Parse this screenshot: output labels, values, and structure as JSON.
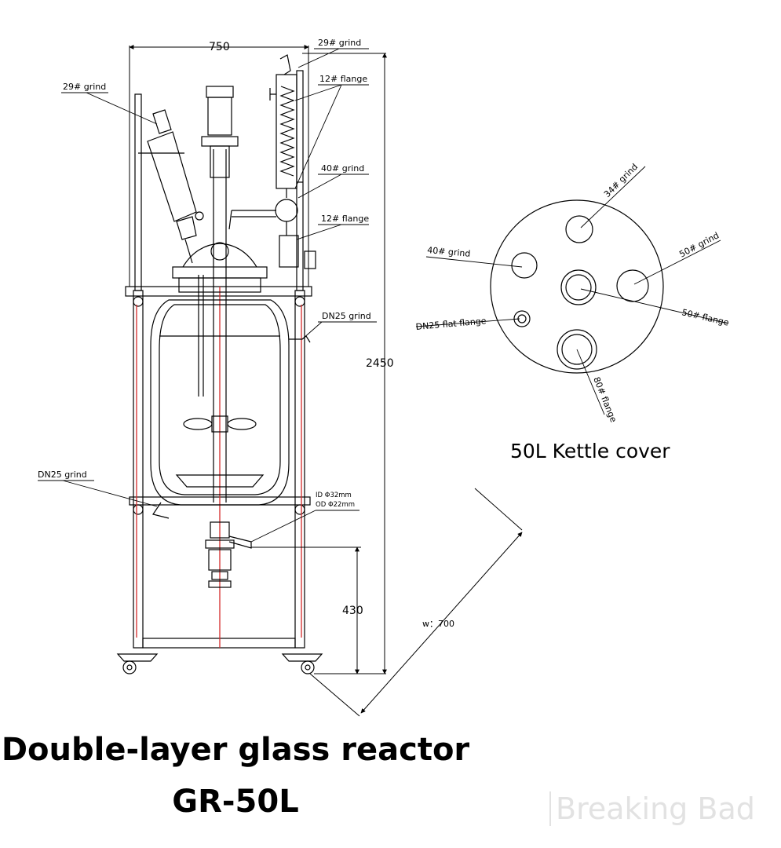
{
  "reactor": {
    "dim_width": "750",
    "dim_height": "2450",
    "dim_leg": "430",
    "label_grind_29_top": "29# grind",
    "label_flange_12_top": "12# flange",
    "label_grind_29_left": "29# grind",
    "label_grind_40": "40# grind",
    "label_flange_12_mid": "12# flange",
    "label_dn25_grind_right": "DN25 grind",
    "label_dn25_grind_left": "DN25 grind",
    "label_id": "ID Φ32mm",
    "label_od": "OD Φ22mm"
  },
  "depth": {
    "label": "w：700"
  },
  "cover": {
    "title": "50L Kettle cover",
    "label_34_grind": "34# grind",
    "label_40_grind": "40# grind",
    "label_50_grind": "50# grind",
    "label_50_flange": "50# flange",
    "label_dn25_flat": "DN25 flat flange",
    "label_80_flange": "80# flange"
  },
  "title": {
    "line1": "Double-layer glass reactor",
    "line2": "GR-50L"
  },
  "watermark": "Breaking Bad",
  "colors": {
    "line": "#000000",
    "red_tube": "#d42a2a",
    "watermark": "#e2e2e2"
  }
}
